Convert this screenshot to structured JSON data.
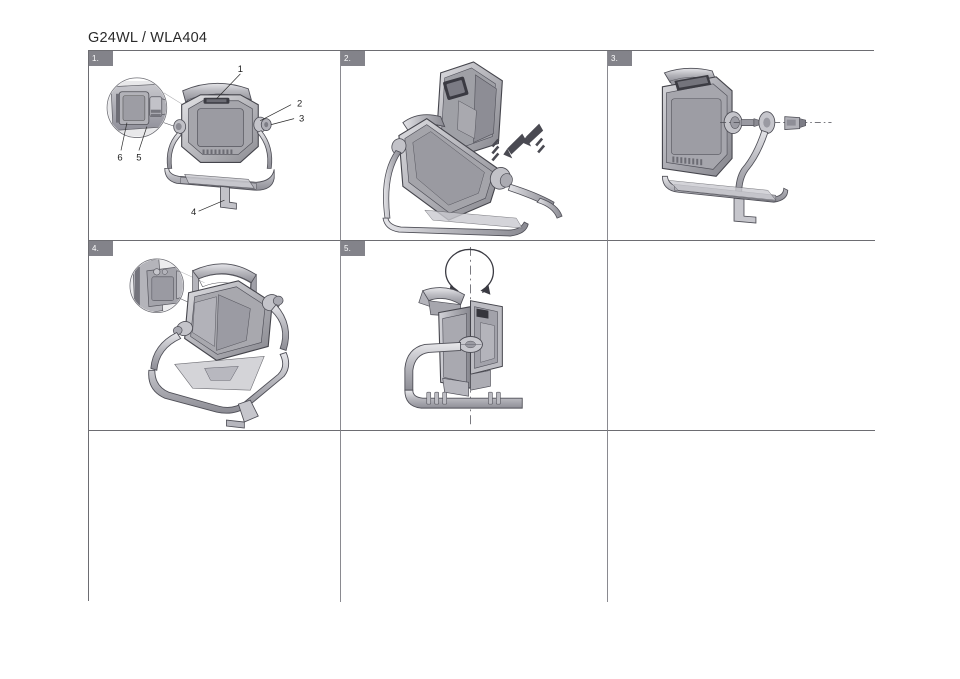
{
  "document": {
    "title": "G24WL / WLA404",
    "type": "assembly-instruction-sheet",
    "page_background": "#ffffff"
  },
  "colors": {
    "badge_background": "#83838a",
    "badge_text": "#ffffff",
    "grid_border_outer": "#6d6d72",
    "grid_border_inner": "#8a8a90",
    "title_text": "#2b2b2b",
    "illustration_light": "#d5d5d8",
    "illustration_mid": "#a8a8ad",
    "illustration_dark": "#78787e",
    "illustration_outline": "#4a4a50",
    "callout_line": "#2b2b2b",
    "axis_line": "#5a5a60"
  },
  "grid": {
    "columns": 3,
    "rows": 3,
    "panels": [
      {
        "id": "panel-1",
        "badge": "1.",
        "empty": false,
        "description": "Front three-quarter view of cordless work light with carry handle and tubular stand; magnified inset circle at upper left showing battery latch area.",
        "has_inset_detail": true,
        "callouts": [
          {
            "number": "1",
            "target": "carry-handle"
          },
          {
            "number": "2",
            "target": "pivot-joint"
          },
          {
            "number": "3",
            "target": "tilt-knob"
          },
          {
            "number": "4",
            "target": "stand-foot"
          },
          {
            "number": "5",
            "target": "battery-release-latch"
          },
          {
            "number": "6",
            "target": "battery-port"
          }
        ]
      },
      {
        "id": "panel-2",
        "badge": "2.",
        "empty": false,
        "description": "Tilted view showing battery pack being slid off the light housing; two diagonal motion arrows with speed lines indicate removal direction.",
        "has_inset_detail": false,
        "callouts": []
      },
      {
        "id": "panel-3",
        "badge": "3.",
        "empty": false,
        "description": "Side view of light head with the tilt knob and bolt exploded outward along a horizontal dashed centerline.",
        "has_inset_detail": false,
        "callouts": []
      },
      {
        "id": "panel-4",
        "badge": "4.",
        "empty": false,
        "description": "Raised three-quarter view of the assembled work light on its tubular stand; magnified inset circle at upper left showing latch detail.",
        "has_inset_detail": true,
        "callouts": []
      },
      {
        "id": "panel-5",
        "badge": "5.",
        "empty": false,
        "description": "Side profile of the light on the stand with a circular rotation arrow about a vertical dash-dot axis, showing the swivel adjustment.",
        "has_inset_detail": false,
        "callouts": []
      },
      {
        "id": "panel-6",
        "badge": "",
        "empty": true,
        "description": "",
        "has_inset_detail": false,
        "callouts": []
      },
      {
        "id": "panel-7",
        "badge": "",
        "empty": true,
        "description": "",
        "has_inset_detail": false,
        "callouts": []
      },
      {
        "id": "panel-8",
        "badge": "",
        "empty": true,
        "description": "",
        "has_inset_detail": false,
        "callouts": []
      },
      {
        "id": "panel-9",
        "badge": "",
        "empty": true,
        "description": "",
        "has_inset_detail": false,
        "callouts": []
      }
    ]
  }
}
